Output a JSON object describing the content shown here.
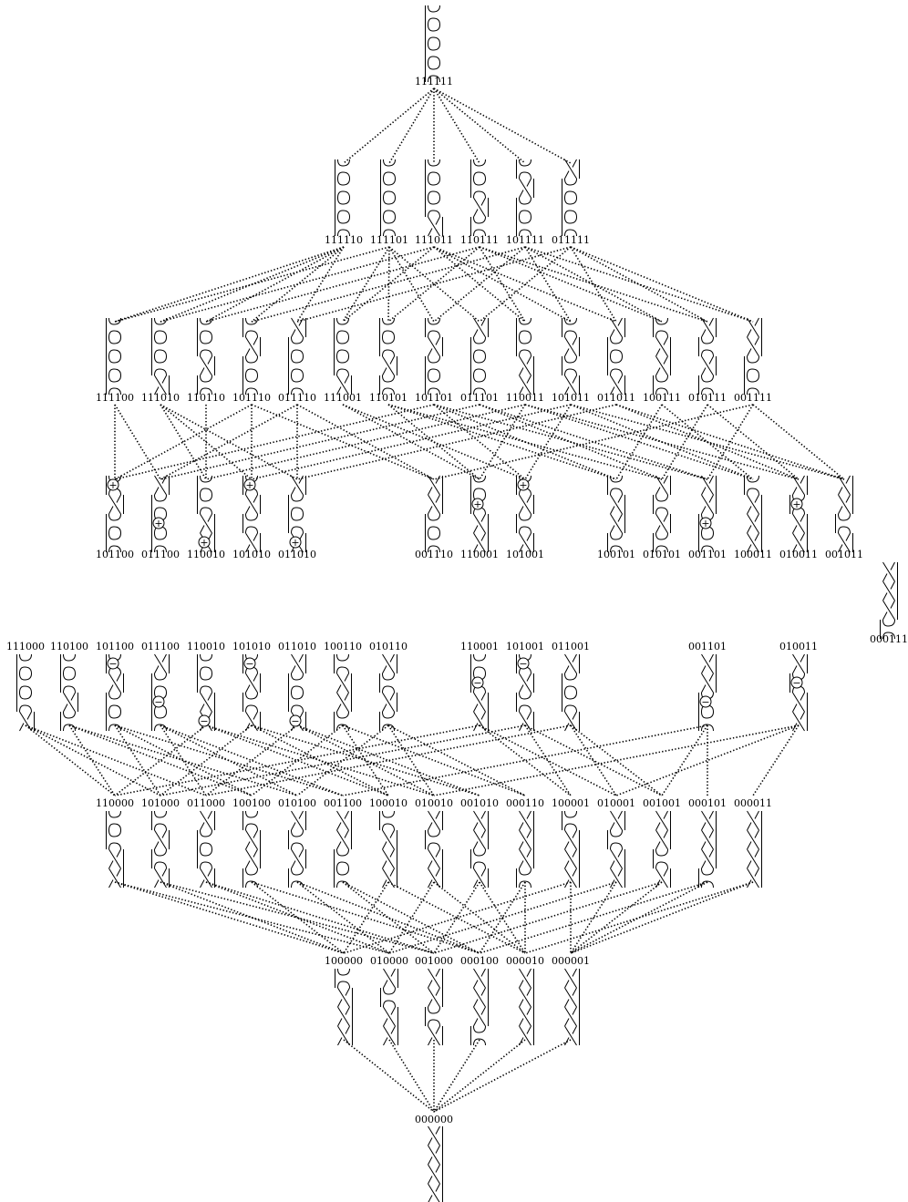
{
  "rows": [
    {
      "id": "r1",
      "labels": [
        "111111"
      ]
    },
    {
      "id": "r2",
      "labels": [
        "111110",
        "111101",
        "111011",
        "110111",
        "101111",
        "011111"
      ]
    },
    {
      "id": "r3",
      "labels": [
        "111100",
        "111010",
        "110110",
        "101110",
        "011110",
        "111001",
        "110101",
        "101101",
        "011101",
        "110011",
        "101011",
        "011011",
        "100111",
        "010111",
        "001111"
      ]
    },
    {
      "id": "r4",
      "labels": [
        "101100",
        "011100",
        "110010",
        "101010",
        "011010",
        "001110",
        "110001",
        "101001",
        "100101",
        "010101",
        "001101",
        "100011",
        "010011",
        "001011"
      ]
    },
    {
      "id": "r4b",
      "labels": [
        "000111"
      ]
    },
    {
      "id": "r5",
      "labels": [
        "111000",
        "110100",
        "101100",
        "011100",
        "110010",
        "101010",
        "011010",
        "100110",
        "010110",
        "110001",
        "101001",
        "011001",
        "001101",
        "010011"
      ]
    },
    {
      "id": "r6",
      "labels": [
        "110000",
        "101000",
        "011000",
        "100100",
        "010100",
        "001100",
        "100010",
        "010010",
        "001010",
        "000110",
        "100001",
        "010001",
        "001001",
        "000101",
        "000011"
      ]
    },
    {
      "id": "r7",
      "labels": [
        "100000",
        "010000",
        "001000",
        "000100",
        "000010",
        "000001"
      ]
    },
    {
      "id": "r8",
      "labels": [
        "000000"
      ]
    }
  ],
  "signs": {
    "plus": "+",
    "minus": "−"
  }
}
